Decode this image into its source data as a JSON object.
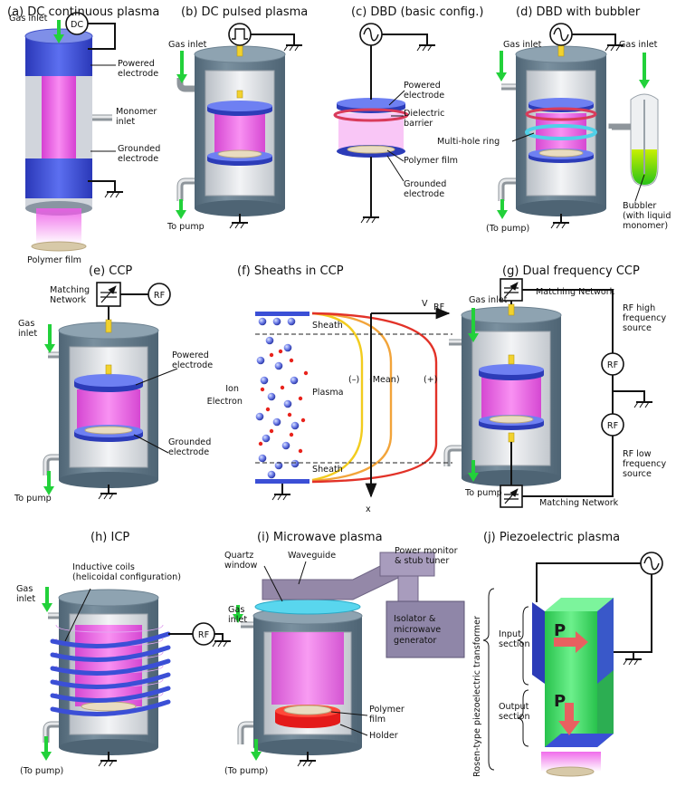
{
  "panels": {
    "a": {
      "title": "(a) DC continuous plasma",
      "source": "DC",
      "gas_inlet": "Gas inlet",
      "powered": [
        "Powered",
        "electrode"
      ],
      "monomer": [
        "Monomer",
        "inlet"
      ],
      "grounded": [
        "Grounded",
        "electrode"
      ],
      "film": "Polymer film"
    },
    "b": {
      "title": "(b) DC pulsed plasma",
      "gas_inlet": "Gas inlet",
      "to_pump": "To pump"
    },
    "c": {
      "title": "(c) DBD (basic config.)",
      "powered": [
        "Powered",
        "electrode"
      ],
      "dielectric": [
        "Dielectric",
        "barrier"
      ],
      "film": "Polymer film",
      "grounded": [
        "Grounded",
        "electrode"
      ]
    },
    "d": {
      "title": "(d) DBD with bubbler",
      "gas_inlet_left": "Gas inlet",
      "gas_inlet_right": "Gas inlet",
      "ring": "Multi-hole ring",
      "to_pump": "(To pump)",
      "bubbler": [
        "Bubbler",
        "(with liquid",
        "monomer)"
      ]
    },
    "e": {
      "title": "(e) CCP",
      "matching": [
        "Matching",
        "Network"
      ],
      "source": "RF",
      "gas_inlet": [
        "Gas",
        "inlet"
      ],
      "powered": [
        "Powered",
        "electrode"
      ],
      "grounded": [
        "Grounded",
        "electrode"
      ],
      "to_pump": "To pump"
    },
    "f": {
      "title": "(f) Sheaths in CCP",
      "vrf": "V",
      "vrf_sub": "RF",
      "sheath_top": "Sheath",
      "sheath_bottom": "Sheath",
      "plasma": "Plasma",
      "ion": "Ion",
      "electron": "Electron",
      "neg": "(–)",
      "mean": "(Mean)",
      "pos": "(+)",
      "xaxis": "x"
    },
    "g": {
      "title": "(g) Dual frequency CCP",
      "gas_inlet": "Gas inlet",
      "matching_top": "Matching Network",
      "matching_bottom": "Matching Network",
      "rf_high": [
        "RF high",
        "frequency",
        "source"
      ],
      "rf_low": [
        "RF low",
        "frequency",
        "source"
      ],
      "source": "RF",
      "to_pump": "To pump"
    },
    "h": {
      "title": "(h) ICP",
      "gas_inlet": [
        "Gas",
        "inlet"
      ],
      "coils": [
        "Inductive coils",
        "(helicoidal configuration)"
      ],
      "source": "RF",
      "to_pump": "(To pump)"
    },
    "i": {
      "title": "(i) Microwave plasma",
      "quartz": [
        "Quartz",
        "window"
      ],
      "waveguide": "Waveguide",
      "power": [
        "Power monitor",
        "& stub tuner"
      ],
      "gas_inlet": [
        "Gas",
        "inlet"
      ],
      "isolator": [
        "Isolator &",
        "microwave",
        "generator"
      ],
      "film": [
        "Polymer",
        "film"
      ],
      "holder": "Holder",
      "to_pump": "(To pump)"
    },
    "j": {
      "title": "(j) Piezoelectric plasma",
      "rosen": "Rosen-type piezoelectric transformer",
      "input": [
        "Input",
        "section"
      ],
      "output": [
        "Output",
        "section"
      ],
      "p_top": "P",
      "p_bottom": "P"
    }
  },
  "colors": {
    "electrode": "#3b4fd6",
    "plasma": "#ee5ce8",
    "gas_arrow": "#22d13a",
    "vessel_dark": "#5d7485",
    "sheath_neg": "#f2cc1e",
    "sheath_mean": "#f2a43a",
    "sheath_pos": "#e23228",
    "holder": "#e41a1a",
    "dielectric": "#d93b5b",
    "piezo": "#3ee06e",
    "waveguide": "#9488a8"
  },
  "icons": [
    "dc-source-icon",
    "pulse-source-icon",
    "ac-source-icon",
    "rf-source-icon",
    "ground-icon",
    "matching-network-icon",
    "gas-arrow-icon"
  ]
}
